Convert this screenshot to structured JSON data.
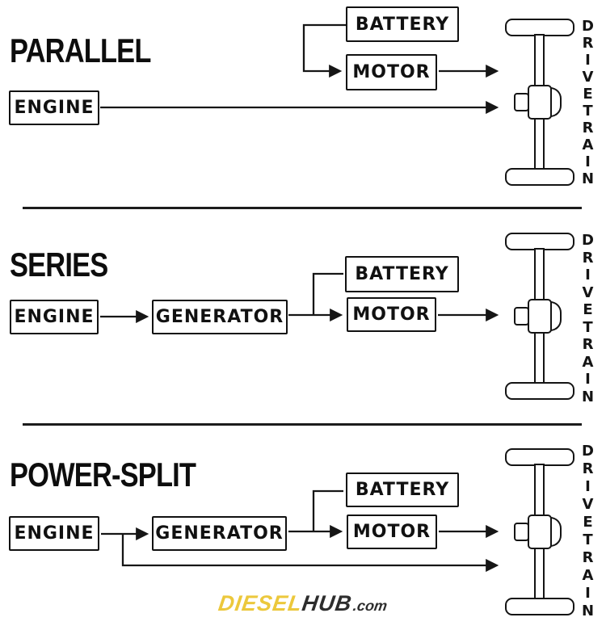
{
  "sections": [
    {
      "id": "parallel",
      "title": "PARALLEL",
      "boxes": {
        "engine": "ENGINE",
        "battery": "BATTERY",
        "motor": "MOTOR"
      },
      "drivetrain_label": "DRIVETRAIN"
    },
    {
      "id": "series",
      "title": "SERIES",
      "boxes": {
        "engine": "ENGINE",
        "generator": "GENERATOR",
        "battery": "BATTERY",
        "motor": "MOTOR"
      },
      "drivetrain_label": "DRIVETRAIN"
    },
    {
      "id": "power-split",
      "title": "POWER-SPLIT",
      "boxes": {
        "engine": "ENGINE",
        "generator": "GENERATOR",
        "battery": "BATTERY",
        "motor": "MOTOR"
      },
      "drivetrain_label": "DRIVETRAIN"
    }
  ],
  "logo": {
    "brand_primary": "DIESEL",
    "brand_secondary": "HUB",
    "brand_suffix": ".com"
  },
  "colors": {
    "line": "#161616",
    "box_border": "#111111",
    "title": "#0d0d0d",
    "logo_yellow": "#ecc83c",
    "logo_dark": "#2d2d2d",
    "background": "#ffffff"
  }
}
